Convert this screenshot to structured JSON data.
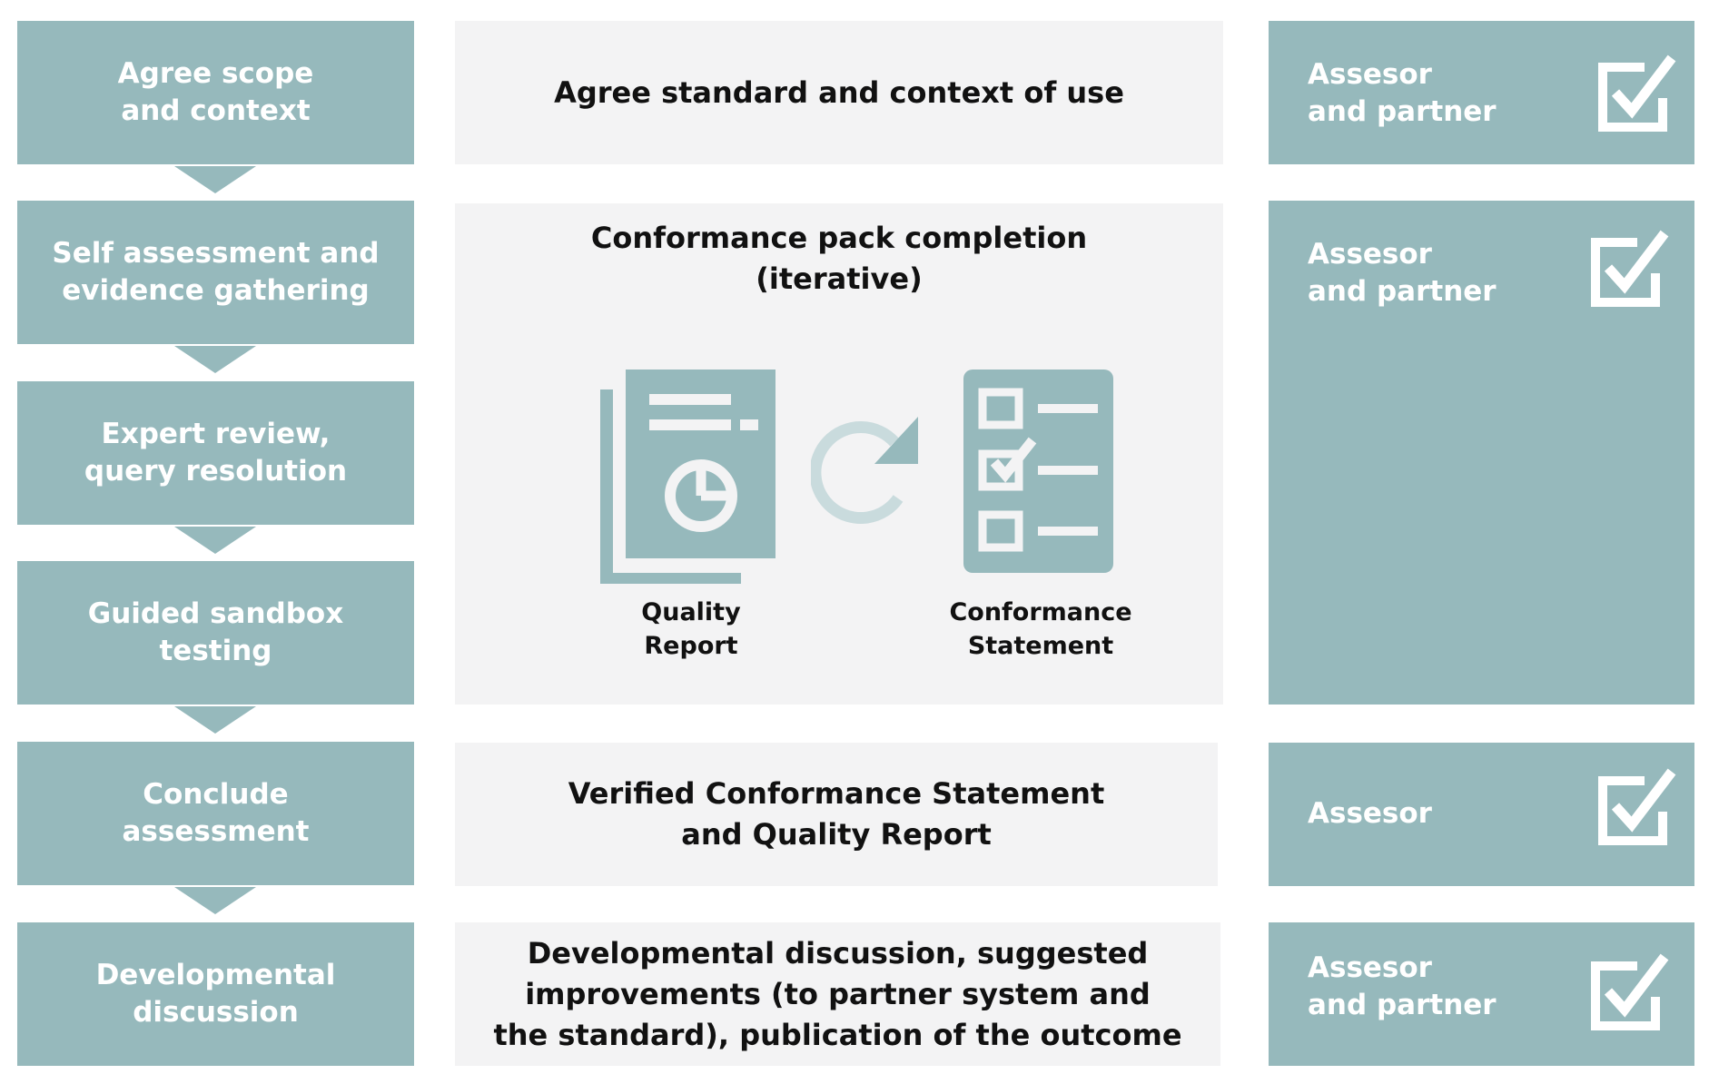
{
  "colors": {
    "teal": "#96b9bc",
    "panel": "#f3f3f4",
    "text": "#111111"
  },
  "steps": [
    {
      "label": "Agree scope\nand context"
    },
    {
      "label": "Self assessment and\nevidence gathering"
    },
    {
      "label": "Expert review,\nquery resolution"
    },
    {
      "label": "Guided sandbox\ntesting"
    },
    {
      "label": "Conclude\nassessment"
    },
    {
      "label": "Developmental\ndiscussion"
    }
  ],
  "middle": {
    "agree": "Agree standard and context of use",
    "pack_title": "Conformance pack completion\n(iterative)",
    "quality_report": "Quality\nReport",
    "conformance_statement": "Conformance\nStatement",
    "verified": "Verified Conformance Statement\nand Quality Report",
    "developmental": "Developmental discussion, suggested\nimprovements (to partner system and\nthe standard), publication of the outcome"
  },
  "roles": [
    {
      "label": "Assesor\nand partner",
      "icon": "checkbox-checked-icon"
    },
    {
      "label": "Assesor\nand partner",
      "icon": "checkbox-checked-icon"
    },
    {
      "label": "Assesor",
      "icon": "checkbox-checked-icon"
    },
    {
      "label": "Assesor\nand partner",
      "icon": "checkbox-checked-icon"
    }
  ],
  "icons": {
    "report": "report-document-icon",
    "refresh": "refresh-cycle-icon",
    "checklist": "checklist-icon"
  }
}
